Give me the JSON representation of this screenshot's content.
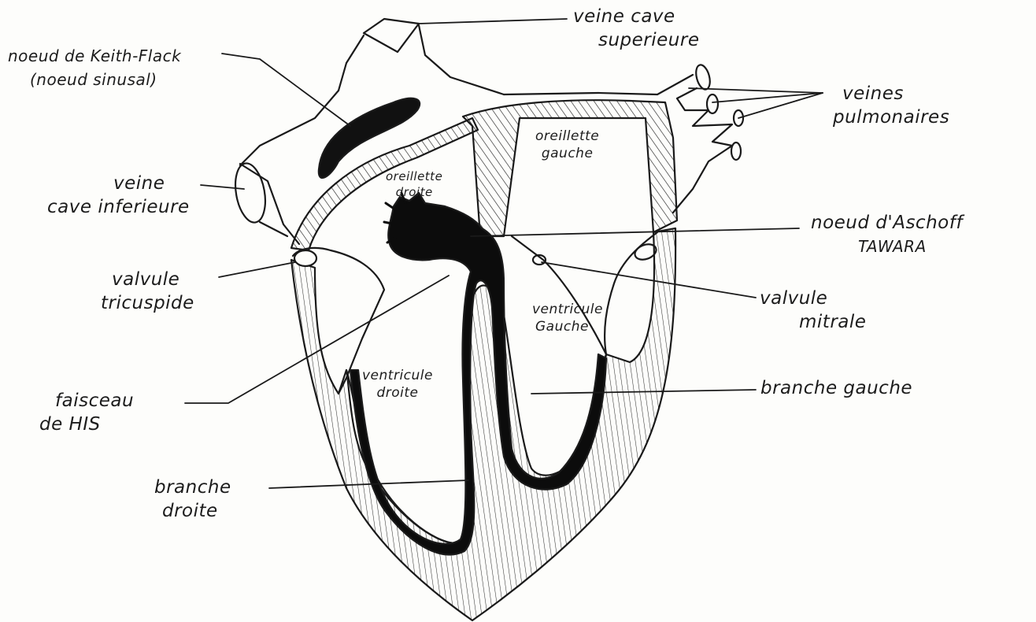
{
  "diagram": {
    "labels": {
      "vcs": [
        "veine cave",
        "superieure"
      ],
      "keith": [
        "noeud de Keith-Flack",
        "(noeud sinusal)"
      ],
      "pulm": [
        "veines",
        "pulmonaires"
      ],
      "vci": [
        "veine",
        "cave inferieure"
      ],
      "aschoff": [
        "noeud d'Aschoff",
        "TAWARA"
      ],
      "tricus": [
        "valvule",
        "tricuspide"
      ],
      "mitrale": [
        "valvule",
        "mitrale"
      ],
      "his": [
        "faisceau",
        "de HIS"
      ],
      "bgauche": [
        "branche gauche"
      ],
      "bdroite": [
        "branche",
        "droite"
      ]
    },
    "inside": {
      "og": [
        "oreillette",
        "gauche"
      ],
      "od": [
        "oreillette",
        "droite"
      ],
      "vg": [
        "ventricule",
        "Gauche"
      ],
      "vd": [
        "ventricule",
        "droite"
      ]
    }
  }
}
